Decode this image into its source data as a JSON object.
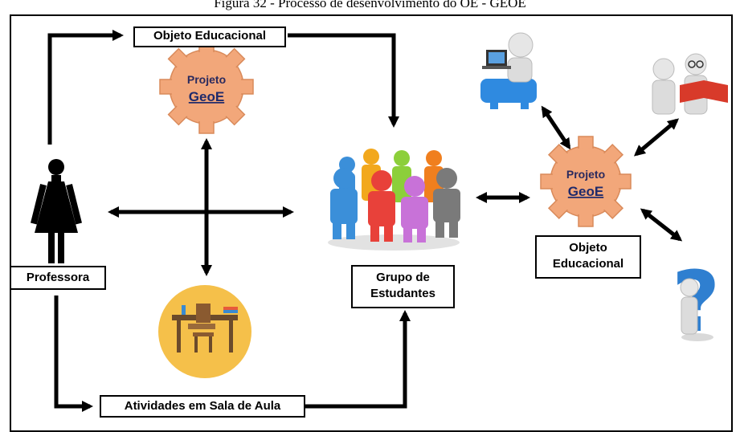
{
  "caption": "Figura 32 - Processo de desenvolvimento do OE - GEOE",
  "labels": {
    "objeto_top": "Objeto Educacional",
    "professora": "Professora",
    "grupo_line1": "Grupo de",
    "grupo_line2": "Estudantes",
    "atividades": "Atividades em Sala de Aula",
    "objeto_right_line1": "Objeto",
    "objeto_right_line2": "Educacional"
  },
  "gears": {
    "left": {
      "line1": "Projeto",
      "line2": "GeoE"
    },
    "right": {
      "line1": "Projeto",
      "line2": "GeoE"
    }
  },
  "colors": {
    "gear_fill": "#f2a77a",
    "gear_stroke": "#d98a5a",
    "desk_circle": "#f5c04a",
    "arrow": "#000000",
    "people": [
      "#3b8fd9",
      "#f2a81d",
      "#8ccf3a",
      "#f07f1e",
      "#e8413a",
      "#c872d8",
      "#7a7a7a"
    ]
  },
  "icons": [
    "woman-icon",
    "gear-icon",
    "classroom-desk-icon",
    "student-group-icon",
    "person-at-computer-icon",
    "people-reading-icon",
    "question-mark-icon"
  ]
}
